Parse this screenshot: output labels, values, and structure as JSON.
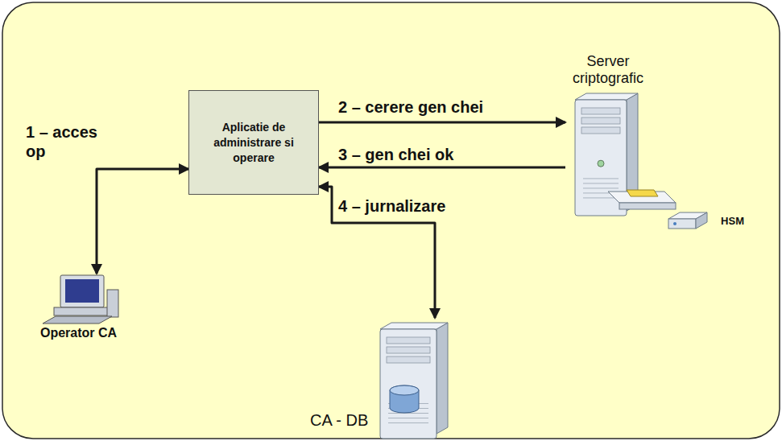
{
  "diagram": {
    "nodes": [
      {
        "text": [
          "Aplicatie de administrare si operare"
        ]
      },
      {
        "text": [
          "Server criptografic"
        ]
      },
      {
        "text": [
          "HSM"
        ]
      },
      {
        "text": [
          "CA - DB"
        ]
      },
      {
        "text": [
          "Operator CA"
        ]
      }
    ],
    "edges": [
      {
        "from": 4,
        "to": 0,
        "arrow": "both",
        "label": "1 – acces op"
      },
      {
        "from": 0,
        "to": 1,
        "arrow": "to",
        "label": "2 – cerere gen chei"
      },
      {
        "from": 1,
        "to": 0,
        "arrow": "to",
        "label": "3 – gen chei ok"
      },
      {
        "from": 0,
        "to": 3,
        "arrow": "both",
        "label": "4 – jurnalizare"
      }
    ]
  }
}
